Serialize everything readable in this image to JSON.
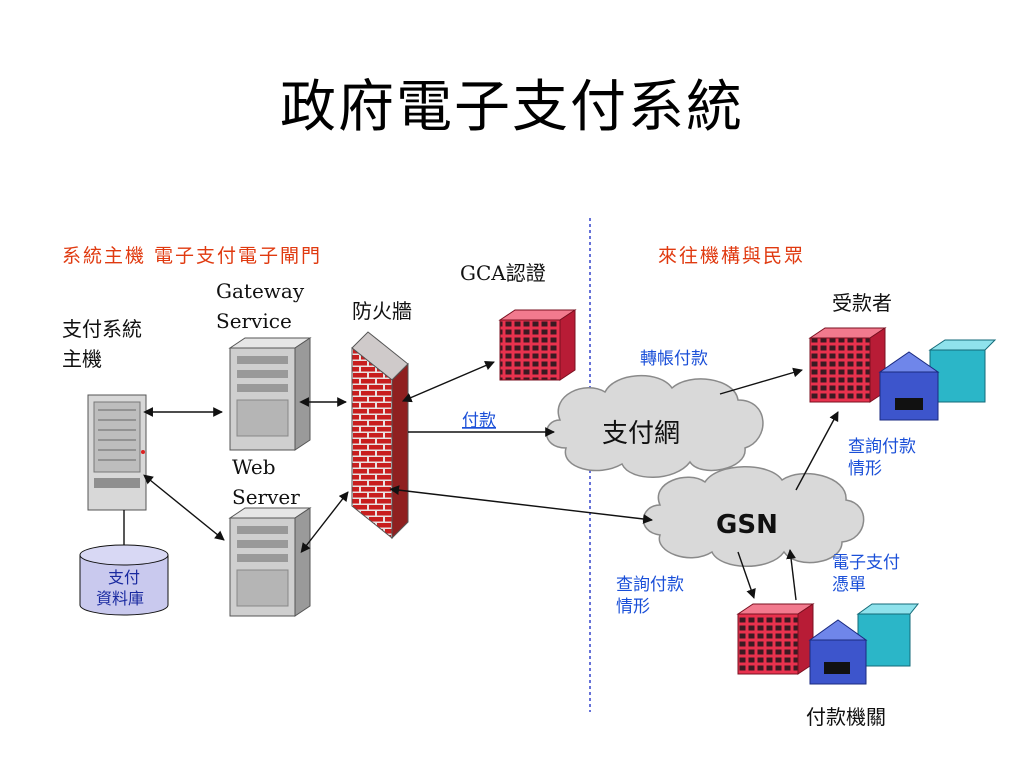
{
  "title": "政府電子支付系統",
  "left_header": "系統主機 電子支付電子閘門",
  "right_header": "來往機構與民眾",
  "nodes": {
    "host": "支付系統主機",
    "host_line1": "支付系統",
    "host_line2": "主機",
    "gateway_line1": "Gateway",
    "gateway_line2": "Service",
    "web_line1": "Web",
    "web_line2": "Server",
    "firewall": "防火牆",
    "gca": "GCA認證",
    "payment_net": "支付網",
    "gsn": "GSN",
    "payee": "受款者",
    "paying_agency": "付款機關",
    "db_line1": "支付",
    "db_line2": "資料庫"
  },
  "edge_labels": {
    "pay": "付款",
    "transfer": "轉帳付款",
    "query_right_1": "查詢付款",
    "query_right_2": "情形",
    "query_left_1": "查詢付款",
    "query_left_2": "情形",
    "voucher_1": "電子支付",
    "voucher_2": "憑單"
  },
  "colors": {
    "header_red": "#e03a10",
    "label_blue": "#1a4fd8",
    "building_red": "#e8324e",
    "divider_blue": "#3344cc"
  }
}
